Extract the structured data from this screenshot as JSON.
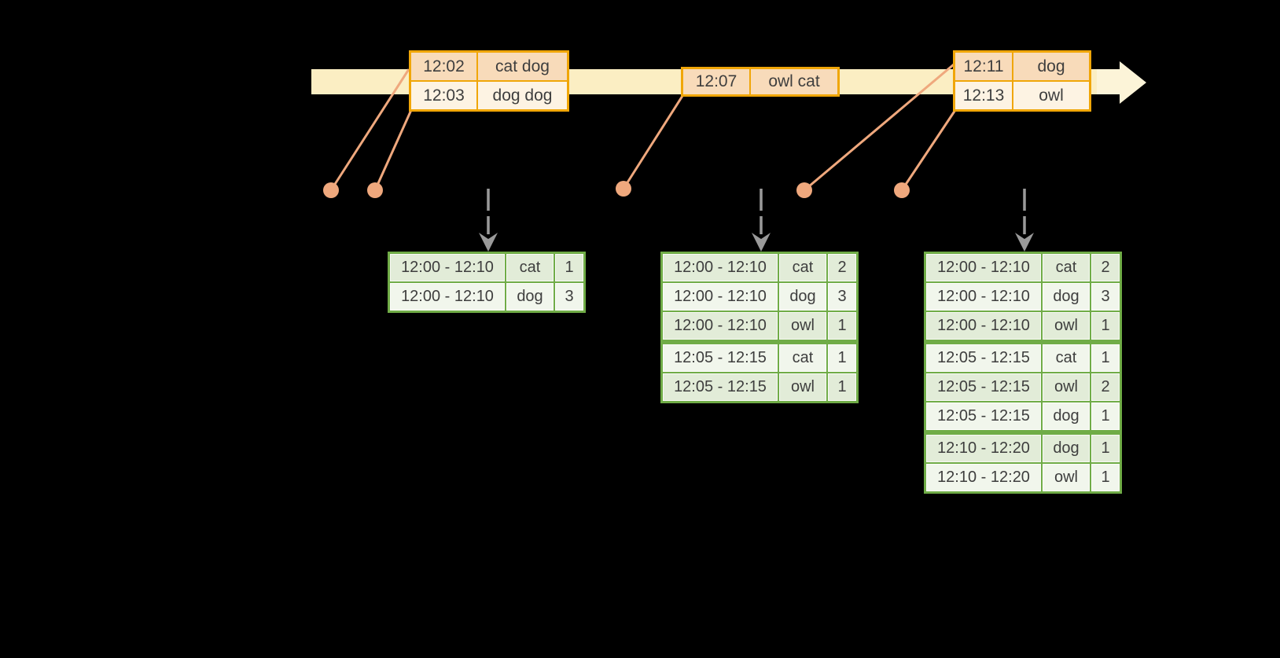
{
  "colors": {
    "background": "#000000",
    "timeline_bar": "#FBEEC3",
    "timeline_arrowhead": "#FCF4D8",
    "event_box_border": "#F0A608",
    "event_row_peach": "#F8DBBA",
    "event_row_cream": "#FDF3E3",
    "connector_salmon": "#EFA87D",
    "trigger_arrow_gray": "#9A9A9A",
    "table_border_green": "#70AC47",
    "table_row_dark": "#E2ECD8",
    "table_row_light": "#F1F6EC",
    "text": "#3E3E3E"
  },
  "timeline": {
    "event_boxes": [
      {
        "rows": [
          {
            "time": "12:02",
            "words": "cat dog"
          },
          {
            "time": "12:03",
            "words": "dog dog"
          }
        ]
      },
      {
        "rows": [
          {
            "time": "12:07",
            "words": "owl cat"
          }
        ]
      },
      {
        "rows": [
          {
            "time": "12:11",
            "words": "dog"
          },
          {
            "time": "12:13",
            "words": "owl"
          }
        ]
      }
    ]
  },
  "result_tables": [
    {
      "rows": [
        {
          "window": "12:00 - 12:10",
          "word": "cat",
          "count": "1"
        },
        {
          "window": "12:00 - 12:10",
          "word": "dog",
          "count": "3"
        }
      ]
    },
    {
      "rows": [
        {
          "window": "12:00 - 12:10",
          "word": "cat",
          "count": "2"
        },
        {
          "window": "12:00 - 12:10",
          "word": "dog",
          "count": "3"
        },
        {
          "window": "12:00 - 12:10",
          "word": "owl",
          "count": "1"
        },
        {
          "window": "12:05 - 12:15",
          "word": "cat",
          "count": "1"
        },
        {
          "window": "12:05 - 12:15",
          "word": "owl",
          "count": "1"
        }
      ]
    },
    {
      "rows": [
        {
          "window": "12:00 - 12:10",
          "word": "cat",
          "count": "2"
        },
        {
          "window": "12:00 - 12:10",
          "word": "dog",
          "count": "3"
        },
        {
          "window": "12:00 - 12:10",
          "word": "owl",
          "count": "1"
        },
        {
          "window": "12:05 - 12:15",
          "word": "cat",
          "count": "1"
        },
        {
          "window": "12:05 - 12:15",
          "word": "owl",
          "count": "2"
        },
        {
          "window": "12:05 - 12:15",
          "word": "dog",
          "count": "1"
        },
        {
          "window": "12:10 - 12:20",
          "word": "dog",
          "count": "1"
        },
        {
          "window": "12:10 - 12:20",
          "word": "owl",
          "count": "1"
        }
      ]
    }
  ]
}
